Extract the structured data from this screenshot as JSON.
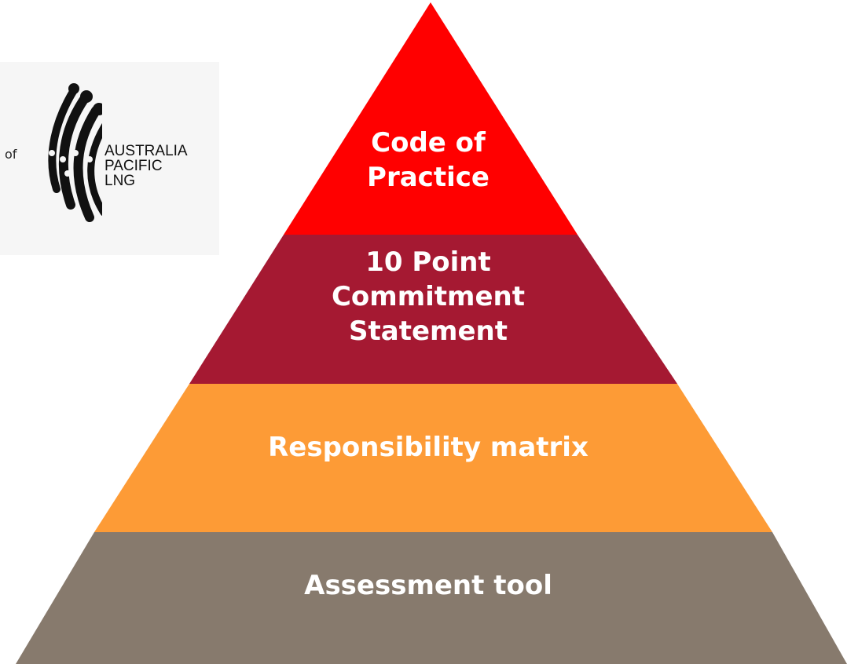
{
  "logo": {
    "prefix": "of",
    "lines": [
      "AUSTRALIA",
      "PACIFIC",
      "LNG"
    ]
  },
  "pyramid": {
    "tiers": [
      {
        "lines": [
          "Code of",
          "Practice"
        ],
        "color": "#ff0000"
      },
      {
        "lines": [
          "10 Point",
          "Commitment",
          "Statement"
        ],
        "color": "#a51932"
      },
      {
        "lines": [
          "Responsibility matrix"
        ],
        "color": "#fd9b36"
      },
      {
        "lines": [
          "Assessment tool"
        ],
        "color": "#877a6d"
      }
    ]
  }
}
